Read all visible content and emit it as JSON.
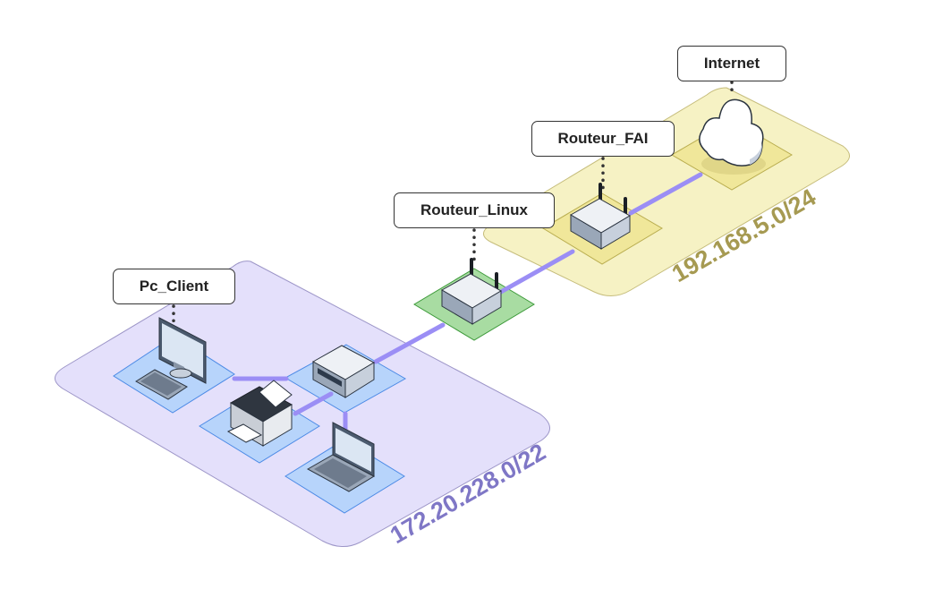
{
  "diagram": {
    "nodes": {
      "pc_client": {
        "label": "Pc_Client",
        "icon": "desktop-computer-icon"
      },
      "routeur_linux": {
        "label": "Routeur_Linux",
        "icon": "router-icon"
      },
      "routeur_fai": {
        "label": "Routeur_FAI",
        "icon": "router-icon"
      },
      "internet": {
        "label": "Internet",
        "icon": "cloud-icon"
      },
      "switch": {
        "icon": "switch-icon"
      },
      "printer": {
        "icon": "printer-icon"
      },
      "laptop": {
        "icon": "laptop-icon"
      }
    },
    "networks": {
      "lan": {
        "label": "172.20.228.0/22",
        "color": "#7f77c6",
        "fill": "#e4e0fb"
      },
      "wan": {
        "label": "192.168.5.0/24",
        "color": "#a69a52",
        "fill": "#f6f2c4"
      }
    },
    "colors": {
      "link": "#9b8ef5",
      "tile_blue": "#b7d4fb",
      "tile_green": "#a8dca2",
      "tile_yellow": "#f0e79a"
    }
  }
}
